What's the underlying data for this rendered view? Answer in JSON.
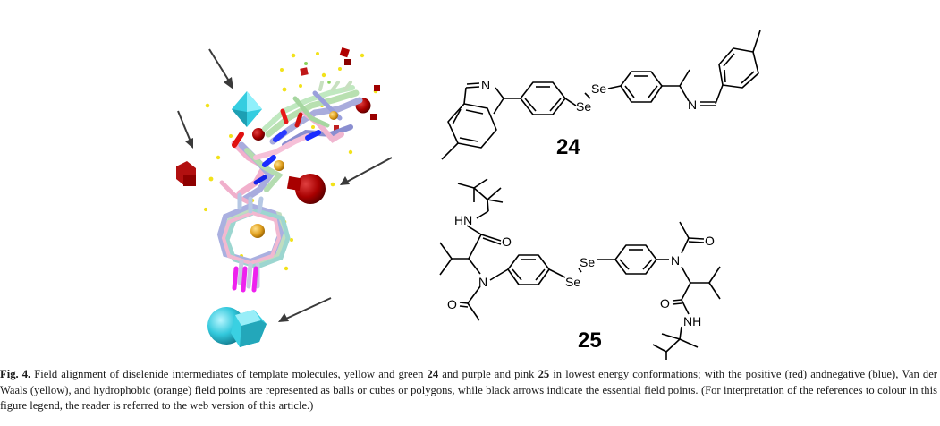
{
  "figure": {
    "compound_24": {
      "label": "24",
      "atoms": {
        "n1": "N",
        "n2": "N",
        "se1": "Se",
        "se2": "Se"
      }
    },
    "compound_25": {
      "label": "25",
      "atoms": {
        "hn": "HN",
        "o1": "O",
        "n1": "N",
        "o2": "O",
        "se1": "Se",
        "se2": "Se",
        "n2": "N",
        "o3": "O",
        "o4": "O",
        "nh": "NH"
      }
    }
  },
  "caption": {
    "fig_label": "Fig. 4.",
    "text_a": " Field alignment of diselenide intermediates of template molecules, yellow and green ",
    "bold_24": "24",
    "text_b": " and purple and pink ",
    "bold_25": "25",
    "text_c": " in lowest energy conformations; with the positive (red) andnegative (blue), Van der Waals (yellow), and hydrophobic (orange) field points are represented as balls or cubes or polygons, while black arrows indicate the essential field points. (For interpretation of the references to colour in this figure legend, the reader is referred to the web version of this article.)"
  }
}
